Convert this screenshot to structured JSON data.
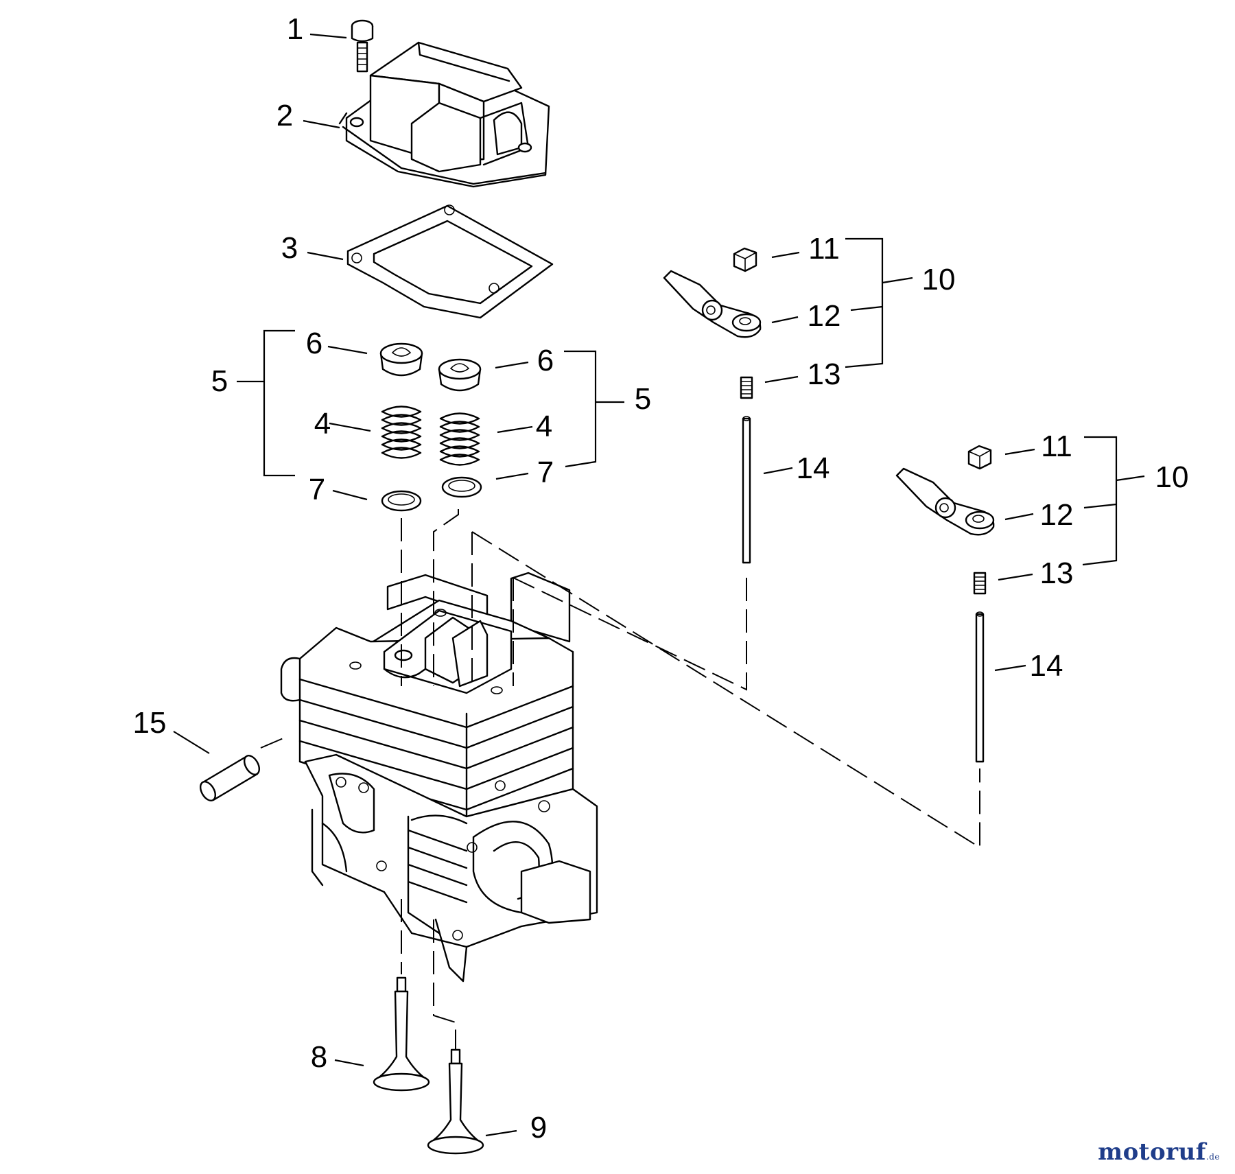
{
  "callouts": {
    "c1": "1",
    "c2": "2",
    "c3": "3",
    "c4a": "4",
    "c4b": "4",
    "c5a": "5",
    "c5b": "5",
    "c6a": "6",
    "c6b": "6",
    "c7a": "7",
    "c7b": "7",
    "c8": "8",
    "c9": "9",
    "c10a": "10",
    "c10b": "10",
    "c11a": "11",
    "c11b": "11",
    "c12a": "12",
    "c12b": "12",
    "c13a": "13",
    "c13b": "13",
    "c14a": "14",
    "c14b": "14",
    "c15": "15"
  },
  "watermark": {
    "main": "motoruf",
    "suffix": ".de"
  }
}
